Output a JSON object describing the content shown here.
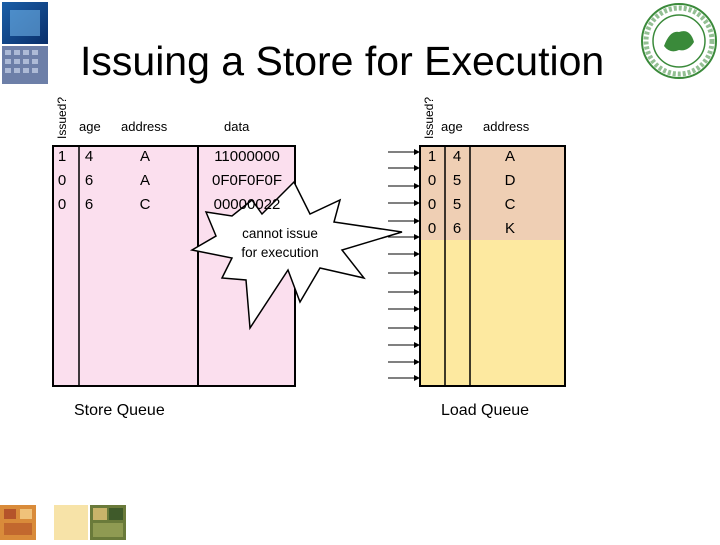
{
  "title": "Issuing a Store for Execution",
  "store_queue": {
    "caption": "Store Queue",
    "issued_header": "Issued?",
    "headers": {
      "age": "age",
      "address": "address",
      "data": "data"
    },
    "rows": [
      {
        "issued": "1",
        "age": "4",
        "address": "A",
        "data": "11000000"
      },
      {
        "issued": "0",
        "age": "6",
        "address": "A",
        "data": "0F0F0F0F"
      },
      {
        "issued": "0",
        "age": "6",
        "address": "C",
        "data": "00000022"
      }
    ]
  },
  "load_queue": {
    "caption": "Load Queue",
    "issued_header": "Issued?",
    "headers": {
      "age": "age",
      "address": "address"
    },
    "rows": [
      {
        "issued": "1",
        "age": "4",
        "address": "A"
      },
      {
        "issued": "0",
        "age": "5",
        "address": "D"
      },
      {
        "issued": "0",
        "age": "5",
        "address": "C"
      },
      {
        "issued": "0",
        "age": "6",
        "address": "K"
      }
    ]
  },
  "callout": {
    "line1": "cannot issue",
    "line2": "for execution"
  },
  "colors": {
    "store_fill": "#fbdfee",
    "load_fill": "#fde9a0",
    "load_row_fill": "#efcfb4",
    "logo_green": "#3a8a3a"
  }
}
